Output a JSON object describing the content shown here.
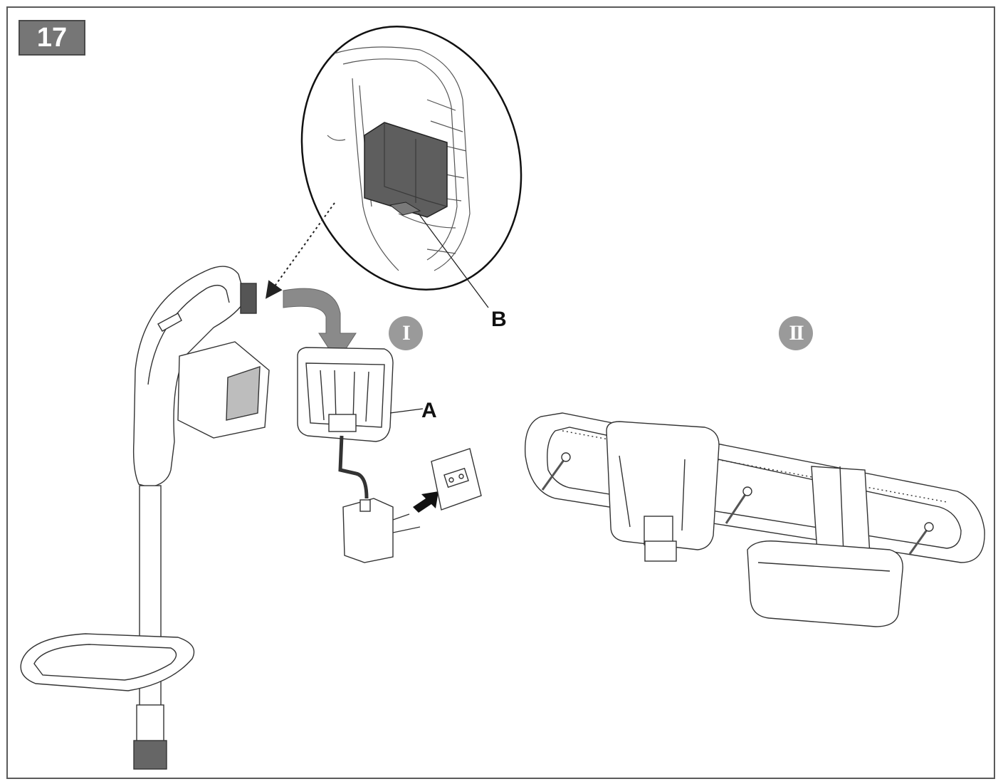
{
  "step_number": "17",
  "labels": {
    "a": "A",
    "b": "B"
  },
  "phases": {
    "one": "I",
    "two": "II"
  },
  "colors": {
    "badge_fill": "#767676",
    "phase_fill": "#9a9a9a",
    "arrow_fill": "#8a8a8a",
    "part_dark": "#5e5e5e",
    "line": "#333333"
  }
}
